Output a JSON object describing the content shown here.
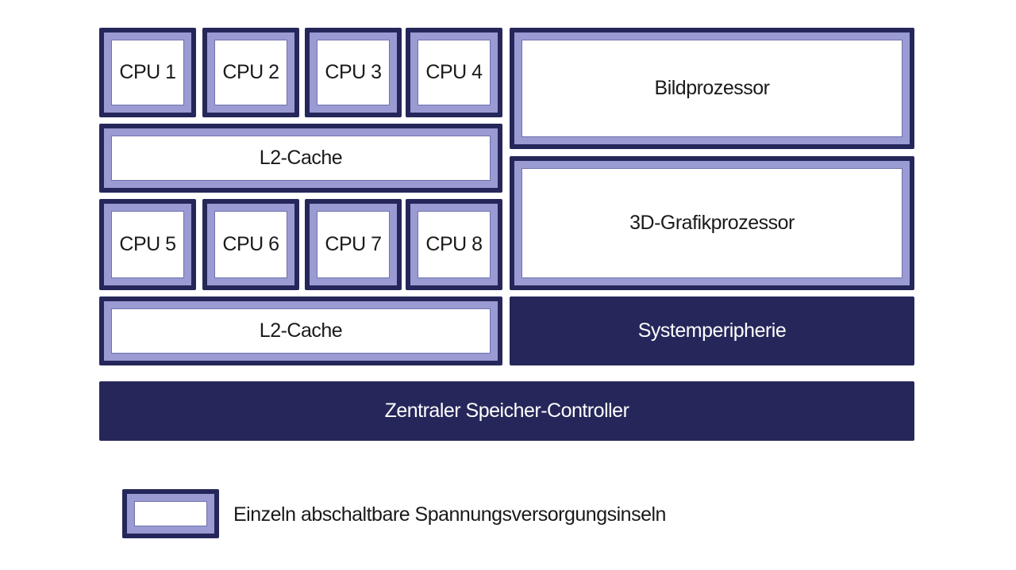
{
  "blocks": {
    "cpu1": "CPU 1",
    "cpu2": "CPU 2",
    "cpu3": "CPU 3",
    "cpu4": "CPU 4",
    "cpu5": "CPU 5",
    "cpu6": "CPU 6",
    "cpu7": "CPU 7",
    "cpu8": "CPU 8",
    "l2_cache_top": "L2-Cache",
    "l2_cache_bottom": "L2-Cache",
    "bildprozessor": "Bildprozessor",
    "grafikprozessor": "3D-Grafikprozessor",
    "systemperipherie": "Systemperipherie",
    "speicher_controller": "Zentraler Speicher-Controller"
  },
  "legend": {
    "label": "Einzeln abschaltbare Spannungsversorgungsinseln"
  },
  "colors": {
    "dark_navy": "#25275a",
    "island_light": "#9a9bd3",
    "background": "#ffffff"
  }
}
